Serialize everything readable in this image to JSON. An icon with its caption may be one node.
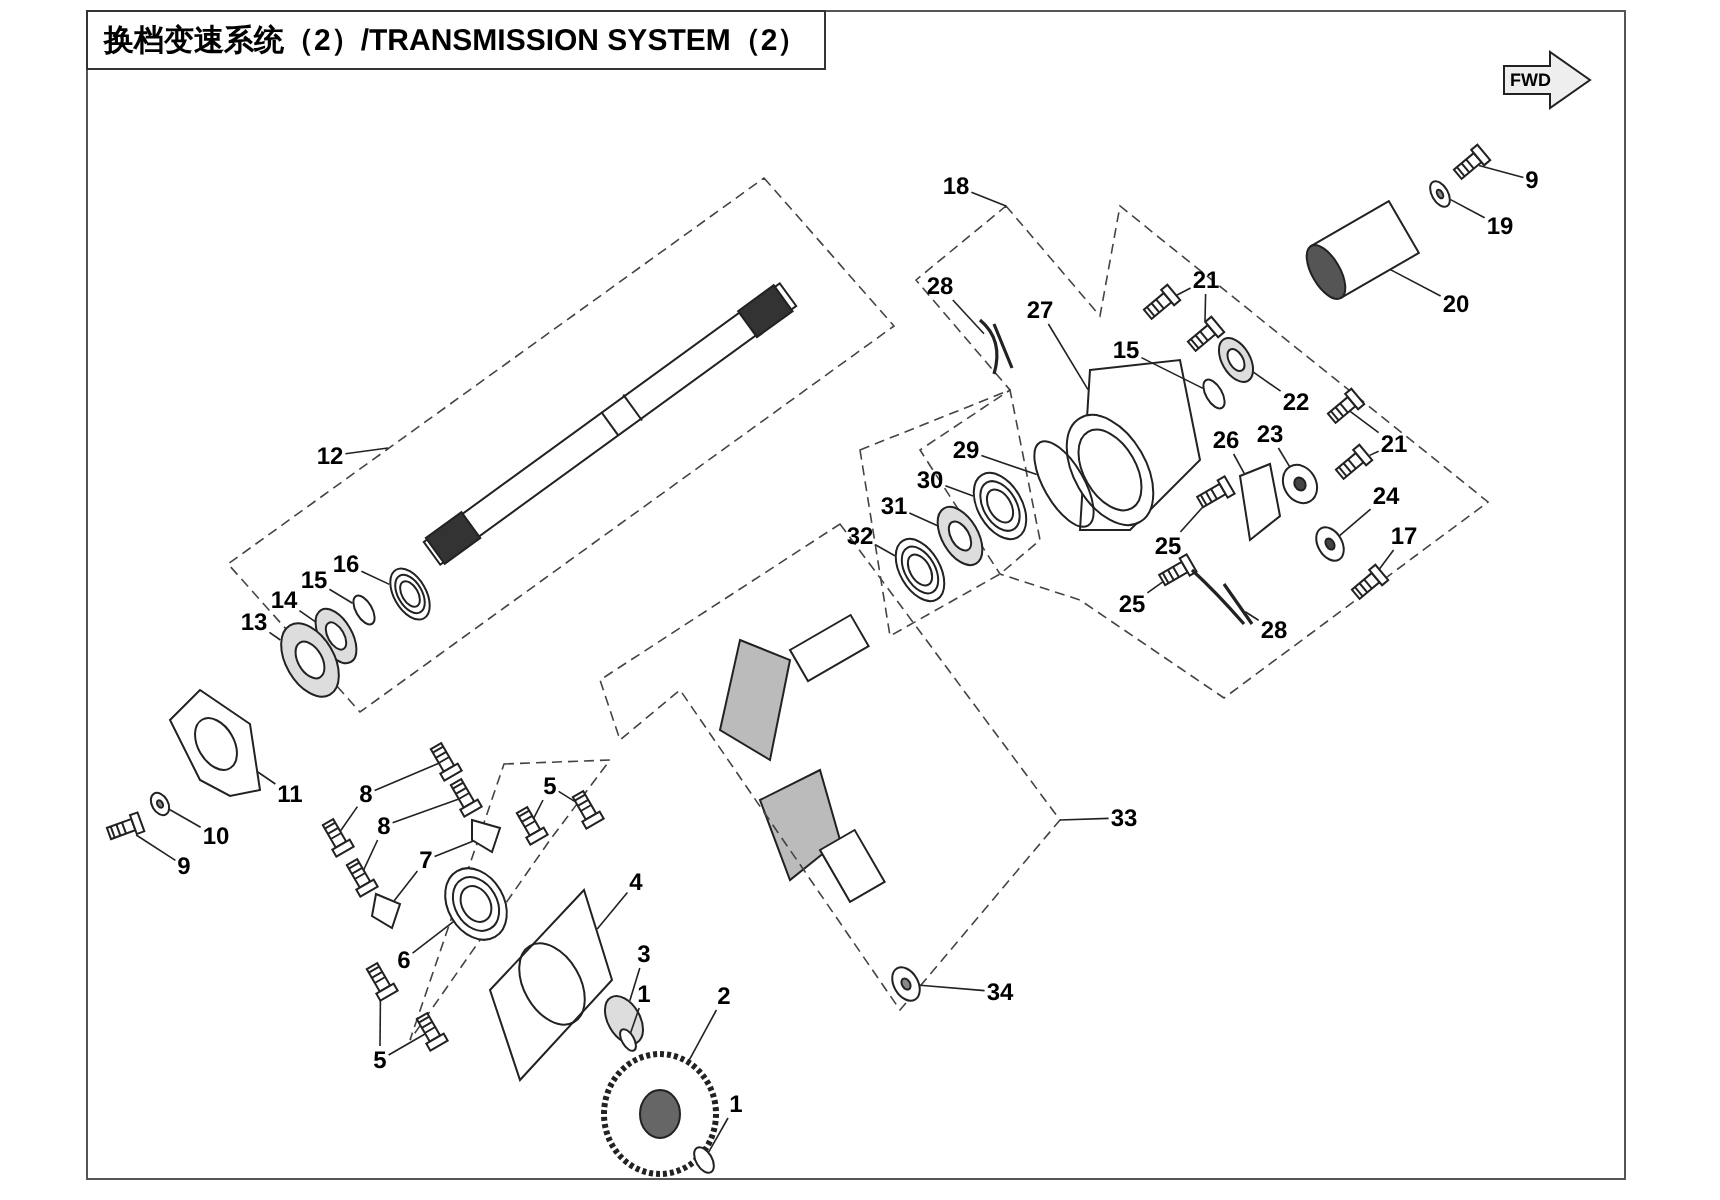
{
  "diagram": {
    "title": "换档变速系统（2）/TRANSMISSION SYSTEM（2）",
    "nodes": [
      {
        "text": [
          "9"
        ]
      },
      {
        "text": [
          "19"
        ]
      },
      {
        "text": [
          "18"
        ]
      },
      {
        "text": [
          "28"
        ]
      },
      {
        "text": [
          "21"
        ]
      },
      {
        "text": [
          "27"
        ]
      },
      {
        "text": [
          "20"
        ]
      },
      {
        "text": [
          "12"
        ]
      },
      {
        "text": [
          "15"
        ]
      },
      {
        "text": [
          "22"
        ]
      },
      {
        "text": [
          "26"
        ]
      },
      {
        "text": [
          "23"
        ]
      },
      {
        "text": [
          "21"
        ]
      },
      {
        "text": [
          "29"
        ]
      },
      {
        "text": [
          "30"
        ]
      },
      {
        "text": [
          "24"
        ]
      },
      {
        "text": [
          "31"
        ]
      },
      {
        "text": [
          "16"
        ]
      },
      {
        "text": [
          "25"
        ]
      },
      {
        "text": [
          "32"
        ]
      },
      {
        "text": [
          "15"
        ]
      },
      {
        "text": [
          "17"
        ]
      },
      {
        "text": [
          "14"
        ]
      },
      {
        "text": [
          "25"
        ]
      },
      {
        "text": [
          "13"
        ]
      },
      {
        "text": [
          "28"
        ]
      },
      {
        "text": [
          "5"
        ]
      },
      {
        "text": [
          "11"
        ]
      },
      {
        "text": [
          "8"
        ]
      },
      {
        "text": [
          "10"
        ]
      },
      {
        "text": [
          "8"
        ]
      },
      {
        "text": [
          "33"
        ]
      },
      {
        "text": [
          "9"
        ]
      },
      {
        "text": [
          "7"
        ]
      },
      {
        "text": [
          "4"
        ]
      },
      {
        "text": [
          "6"
        ]
      },
      {
        "text": [
          "3"
        ]
      },
      {
        "text": [
          "34"
        ]
      },
      {
        "text": [
          "2"
        ]
      },
      {
        "text": [
          "1"
        ]
      },
      {
        "text": [
          "5"
        ]
      },
      {
        "text": [
          "1"
        ]
      },
      {
        "text": [],
        "shape": "bolt"
      },
      {
        "text": [],
        "shape": "washer"
      },
      {
        "text": [],
        "shape": "fork"
      },
      {
        "text": [],
        "shape": "bolt"
      },
      {
        "text": [],
        "shape": "bolt"
      },
      {
        "text": [],
        "shape": "housing"
      },
      {
        "text": [],
        "shape": "sleeve"
      },
      {
        "text": [],
        "shape": "ring"
      },
      {
        "text": [],
        "shape": "seal"
      },
      {
        "text": [],
        "shape": "plate"
      },
      {
        "text": [],
        "shape": "cap"
      },
      {
        "text": [],
        "shape": "bolt"
      },
      {
        "text": [],
        "shape": "bolt"
      },
      {
        "text": [],
        "shape": "ring"
      },
      {
        "text": [],
        "shape": "bearing"
      },
      {
        "text": [],
        "shape": "cap"
      },
      {
        "text": [],
        "shape": "seal"
      },
      {
        "text": [],
        "shape": "bearing"
      },
      {
        "text": [],
        "shape": "bolt"
      },
      {
        "text": [],
        "shape": "bearing"
      },
      {
        "text": [],
        "shape": "ring"
      },
      {
        "text": [],
        "shape": "bolt"
      },
      {
        "text": [],
        "shape": "seal"
      },
      {
        "text": [],
        "shape": "bolt"
      },
      {
        "text": [],
        "shape": "seal"
      },
      {
        "text": [],
        "shape": "fork"
      },
      {
        "text": [],
        "shape": "bolt"
      },
      {
        "text": [],
        "shape": "bolt"
      },
      {
        "text": [],
        "shape": "flange"
      },
      {
        "text": [],
        "shape": "bolt"
      },
      {
        "text": [],
        "shape": "bolt"
      },
      {
        "text": [],
        "shape": "washer"
      },
      {
        "text": [],
        "shape": "bolt"
      },
      {
        "text": [],
        "shape": "bolt"
      },
      {
        "text": [],
        "shape": "bolt"
      },
      {
        "text": [],
        "shape": "plate"
      },
      {
        "text": [],
        "shape": "plate"
      },
      {
        "text": [],
        "shape": "cover"
      },
      {
        "text": [],
        "shape": "bearing"
      },
      {
        "text": [],
        "shape": "ring"
      },
      {
        "text": [],
        "shape": "washer"
      },
      {
        "text": [],
        "shape": "gear"
      },
      {
        "text": [],
        "shape": "ring"
      },
      {
        "text": [],
        "shape": "bolt"
      },
      {
        "text": [],
        "shape": "bolt"
      },
      {
        "text": [],
        "shape": "ring"
      }
    ],
    "edges": [
      {
        "from": 0,
        "to": 42,
        "arrow": "none"
      },
      {
        "from": 1,
        "to": 43,
        "arrow": "none"
      },
      {
        "from": 2,
        "to": null,
        "arrow": "none"
      },
      {
        "from": 3,
        "to": 44,
        "arrow": "none"
      },
      {
        "from": 4,
        "to": 45,
        "arrow": "none"
      },
      {
        "from": 4,
        "to": 46,
        "arrow": "none"
      },
      {
        "from": 5,
        "to": 47,
        "arrow": "none"
      },
      {
        "from": 6,
        "to": 48,
        "arrow": "none"
      },
      {
        "from": 7,
        "to": null,
        "arrow": "none"
      },
      {
        "from": 8,
        "to": 49,
        "arrow": "none"
      },
      {
        "from": 9,
        "to": 50,
        "arrow": "none"
      },
      {
        "from": 10,
        "to": 51,
        "arrow": "none"
      },
      {
        "from": 11,
        "to": 52,
        "arrow": "none"
      },
      {
        "from": 12,
        "to": 53,
        "arrow": "none"
      },
      {
        "from": 12,
        "to": 54,
        "arrow": "none"
      },
      {
        "from": 13,
        "to": 55,
        "arrow": "none"
      },
      {
        "from": 14,
        "to": 56,
        "arrow": "none"
      },
      {
        "from": 15,
        "to": 57,
        "arrow": "none"
      },
      {
        "from": 16,
        "to": 58,
        "arrow": "none"
      },
      {
        "from": 17,
        "to": 59,
        "arrow": "none"
      },
      {
        "from": 18,
        "to": 60,
        "arrow": "none"
      },
      {
        "from": 19,
        "to": 61,
        "arrow": "none"
      },
      {
        "from": 20,
        "to": 62,
        "arrow": "none"
      },
      {
        "from": 21,
        "to": 63,
        "arrow": "none"
      },
      {
        "from": 22,
        "to": 64,
        "arrow": "none"
      },
      {
        "from": 23,
        "to": 65,
        "arrow": "none"
      },
      {
        "from": 24,
        "to": 66,
        "arrow": "none"
      },
      {
        "from": 25,
        "to": 67,
        "arrow": "none"
      },
      {
        "from": 26,
        "to": 68,
        "arrow": "none"
      },
      {
        "from": 26,
        "to": 69,
        "arrow": "none"
      },
      {
        "from": 27,
        "to": 70,
        "arrow": "none"
      },
      {
        "from": 28,
        "to": 71,
        "arrow": "none"
      },
      {
        "from": 28,
        "to": 72,
        "arrow": "none"
      },
      {
        "from": 29,
        "to": 73,
        "arrow": "none"
      },
      {
        "from": 30,
        "to": 74,
        "arrow": "none"
      },
      {
        "from": 30,
        "to": 75,
        "arrow": "none"
      },
      {
        "from": 31,
        "to": null,
        "arrow": "none"
      },
      {
        "from": 32,
        "to": 76,
        "arrow": "none"
      },
      {
        "from": 33,
        "to": 77,
        "arrow": "none"
      },
      {
        "from": 33,
        "to": 78,
        "arrow": "none"
      },
      {
        "from": 34,
        "to": 79,
        "arrow": "none"
      },
      {
        "from": 35,
        "to": 80,
        "arrow": "none"
      },
      {
        "from": 36,
        "to": 81,
        "arrow": "none"
      },
      {
        "from": 37,
        "to": 82,
        "arrow": "none"
      },
      {
        "from": 38,
        "to": 83,
        "arrow": "none"
      },
      {
        "from": 39,
        "to": 84,
        "arrow": "none"
      },
      {
        "from": 40,
        "to": 85,
        "arrow": "none"
      },
      {
        "from": 40,
        "to": 86,
        "arrow": "none"
      },
      {
        "from": 41,
        "to": 87,
        "arrow": "none"
      }
    ],
    "labels": [
      "FWD"
    ]
  }
}
